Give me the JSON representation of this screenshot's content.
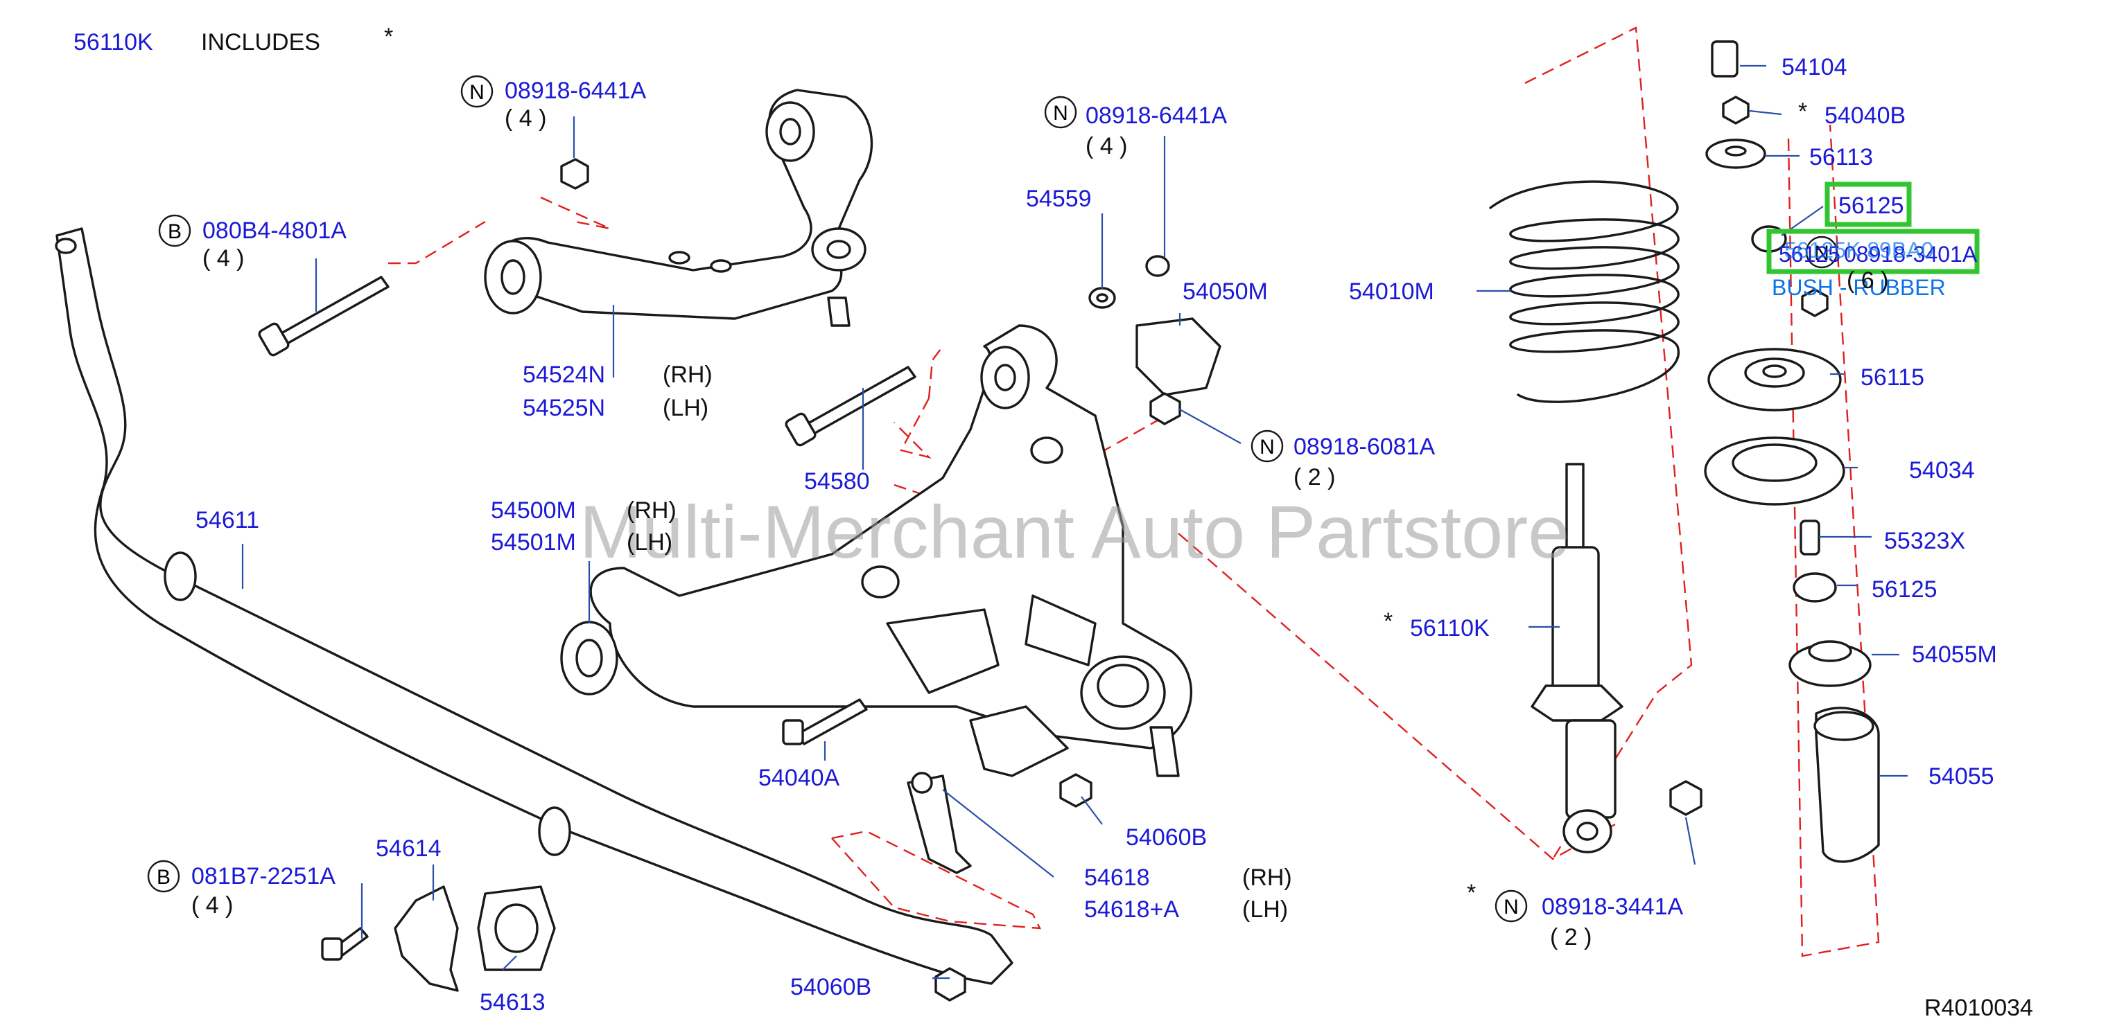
{
  "header": {
    "code": "56110K",
    "includes": "INCLUDES",
    "star": "*"
  },
  "watermark": "Multi-Merchant Auto Partstore",
  "diagram_id": "R4010034",
  "markers": {
    "N": "N",
    "B": "B"
  },
  "labels": {
    "p08918_6441A_a": "08918-6441A",
    "q4_a": "( 4 )",
    "p080B4_4801A": "080B4-4801A",
    "q4_b": "( 4 )",
    "p54524N": "54524N",
    "rh1": "(RH)",
    "p54525N": "54525N",
    "lh1": "(LH)",
    "p08918_6441A_b": "08918-6441A",
    "q4_c": "( 4 )",
    "p54559": "54559",
    "p54050M": "54050M",
    "p54580": "54580",
    "p08918_6081A": "08918-6081A",
    "q2_a": "( 2 )",
    "p54611": "54611",
    "p54500M": "54500M",
    "rh2": "(RH)",
    "p54501M": "54501M",
    "lh2": "(LH)",
    "p54040A": "54040A",
    "p54060B_a": "54060B",
    "p54614": "54614",
    "p54613": "54613",
    "p081B7_2251A": "081B7-2251A",
    "q4_d": "( 4 )",
    "p54618": "54618",
    "rh3": "(RH)",
    "p54618A": "54618+A",
    "lh3": "(LH)",
    "p54060B_b": "54060B",
    "p54010M": "54010M",
    "star_56110K": "*",
    "p56110K": "56110K",
    "star_3441A": "*",
    "p08918_3441A": "08918-3441A",
    "q2_b": "( 2 )",
    "p54104": "54104",
    "star_54040B": "*",
    "p54040B": "54040B",
    "p56113": "56113",
    "p56125_top": "56125",
    "overlay_56125": "56125",
    "overlay_08918": "08918-3401A",
    "note_56125": "56125K 89BA0",
    "note_bush": "BUSH - RUBBER",
    "q6": "( 6 )",
    "p56115": "56115",
    "p54034": "54034",
    "p55323X": "55323X",
    "p56125_low": "56125",
    "p54055M": "54055M",
    "p54055": "54055"
  },
  "colors": {
    "part_link": "#1a1ad6",
    "dashed": "#e02020",
    "highlight": "#31c631",
    "note": "#0b73e8"
  }
}
